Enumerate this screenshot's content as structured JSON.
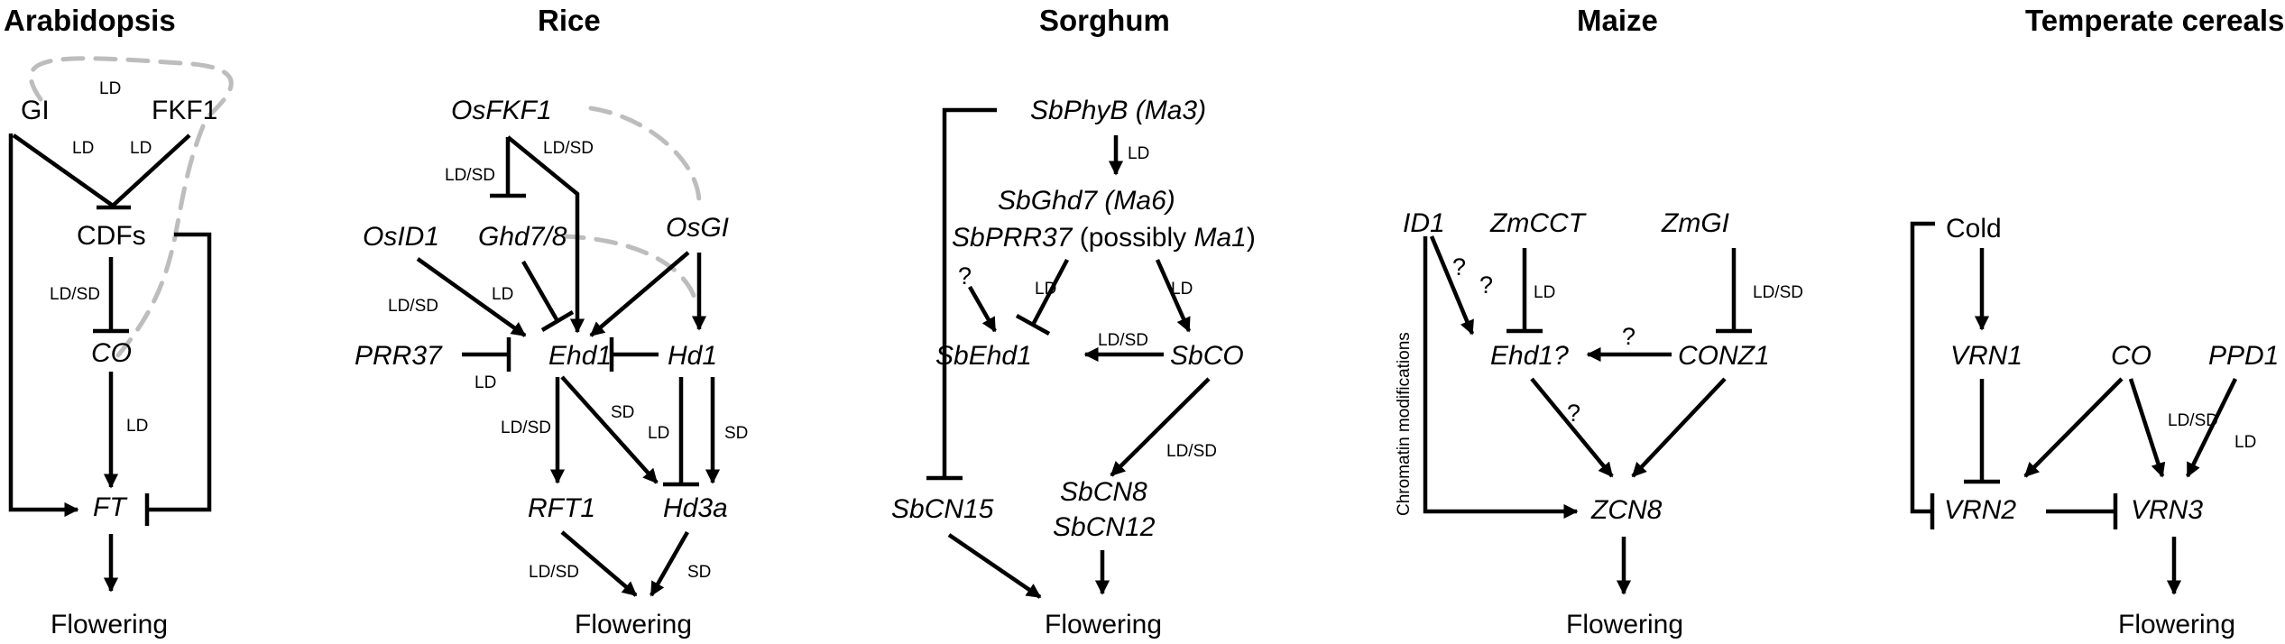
{
  "panels": {
    "arabidopsis": {
      "title": "Arabidopsis",
      "gi": "GI",
      "fkf1": "FKF1",
      "cdfs": "CDFs",
      "co": "CO",
      "ft": "FT",
      "flowering": "Flowering",
      "ld_top": "LD",
      "ld_gi": "LD",
      "ld_fkf1": "LD",
      "ldsd_cdf": "LD/SD",
      "ld_co": "LD"
    },
    "rice": {
      "title": "Rice",
      "osfkf1": "OsFKF1",
      "osid1": "OsID1",
      "ghd78": "Ghd7/8",
      "osgi": "OsGI",
      "prr37": "PRR37",
      "ehd1": "Ehd1",
      "hd1": "Hd1",
      "rft1": "RFT1",
      "hd3a": "Hd3a",
      "flowering": "Flowering",
      "ldsd_fkf1": "LD/SD",
      "ldsd_left": "LD/SD",
      "ldsd_id1": "LD/SD",
      "ld_ghd": "LD",
      "ld_prr": "LD",
      "ldsd_rft": "LD/SD",
      "sd_ehd": "SD",
      "ld_hd1": "LD",
      "sd_hd1": "SD",
      "ldsd_fl": "LD/SD",
      "sd_fl": "SD"
    },
    "sorghum": {
      "title": "Sorghum",
      "phyb": "SbPhyB (Ma3)",
      "ghd7": "SbGhd7 (Ma6)",
      "prr37": "SbPRR37",
      "possibly": " (possibly ",
      "ma1": "Ma1",
      "close": ")",
      "ehd1": "SbEhd1",
      "co": "SbCO",
      "cn15": "SbCN15",
      "cn8": "SbCN8",
      "cn12": "SbCN12",
      "flowering": "Flowering",
      "ld_phyb": "LD",
      "q": "?",
      "ld_left": "LD",
      "ld_right": "LD",
      "ldsd_co": "LD/SD",
      "ldsd_cn": "LD/SD"
    },
    "maize": {
      "title": "Maize",
      "id1": "ID1",
      "zmcct": "ZmCCT",
      "zmgi": "ZmGI",
      "ehd1": "Ehd1?",
      "conz1": "CONZ1",
      "zcn8": "ZCN8",
      "flowering": "Flowering",
      "chromatin": "Chromatin modifications",
      "q1": "?",
      "q2": "?",
      "q3": "?",
      "q4": "?",
      "ld_cct": "LD",
      "ldsd_gi": "LD/SD"
    },
    "temperate": {
      "title": "Temperate cereals",
      "cold": "Cold",
      "vrn1": "VRN1",
      "co": "CO",
      "ppd1": "PPD1",
      "vrn2": "VRN2",
      "vrn3": "VRN3",
      "flowering": "Flowering",
      "ldsd_ppd": "LD/SD",
      "ld_ppd": "LD"
    }
  }
}
